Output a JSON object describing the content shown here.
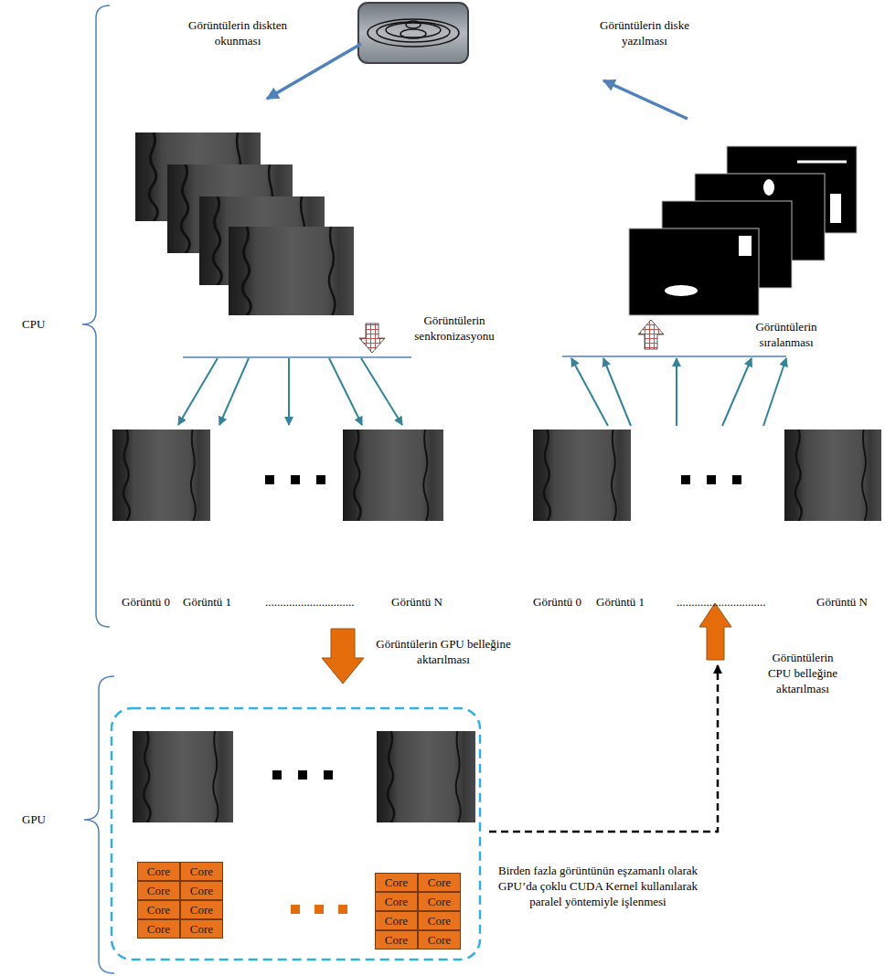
{
  "diagram": {
    "nodes": [
      {
        "text": [
          "Core"
        ]
      },
      {
        "text": [
          "Core"
        ]
      },
      {
        "text": [
          "Core"
        ]
      },
      {
        "text": [
          "Core"
        ]
      },
      {
        "text": [
          "Core"
        ]
      },
      {
        "text": [
          "Core"
        ]
      },
      {
        "text": [
          "Core"
        ]
      },
      {
        "text": [
          "Core"
        ]
      },
      {
        "text": [
          "Core"
        ]
      },
      {
        "text": [
          "Core"
        ]
      },
      {
        "text": [
          "Core"
        ]
      },
      {
        "text": [
          "Core"
        ]
      },
      {
        "text": [
          "Core"
        ]
      },
      {
        "text": [
          "Core"
        ]
      },
      {
        "text": [
          "Core"
        ]
      },
      {
        "text": [
          "Core"
        ]
      }
    ],
    "labels": [
      "Görüntülerin diskten okunması",
      "Görüntülerin diske yazılması",
      "CPU",
      "Görüntülerin senkronizasyonu",
      "Görüntülerin sıralanması",
      "Görüntü 0",
      "Görüntü 1",
      "..............................",
      "Görüntü N",
      "Görüntü 0",
      "Görüntü 1",
      "..............................",
      "Görüntü N",
      "Görüntülerin GPU belleğine aktarılması",
      "Görüntülerin CPU belleğine aktarılması",
      "GPU",
      "Birden fazla görüntünün eşzamanlı olarak GPU’da çoklu CUDA Kernel kullanılarak paralel yöntemiyle işlenmesi"
    ]
  }
}
